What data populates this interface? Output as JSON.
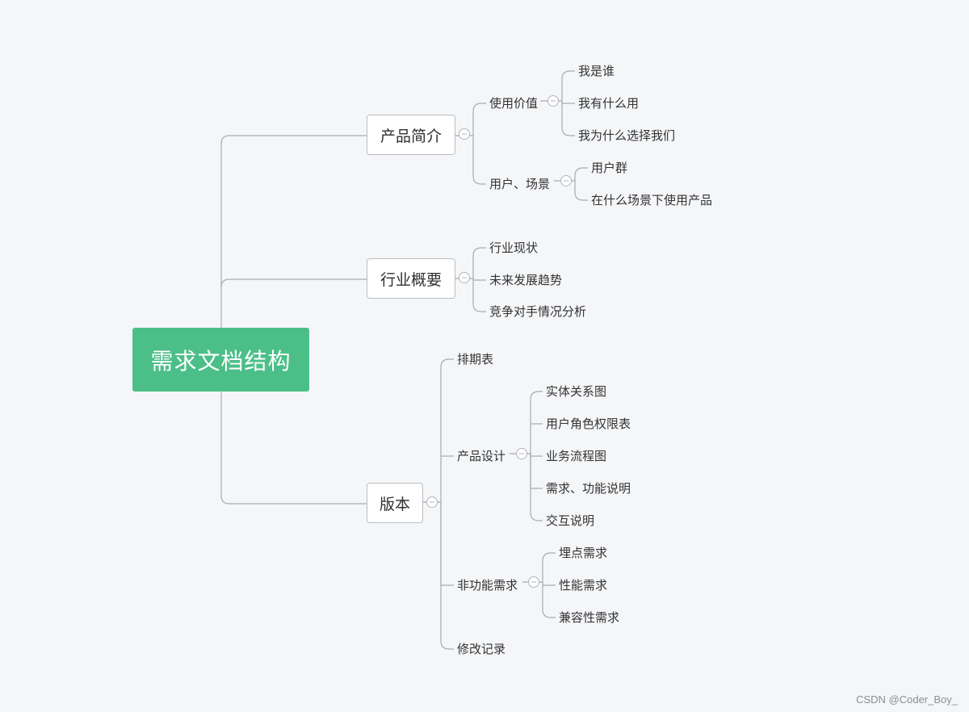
{
  "root": "需求文档结构",
  "branches": [
    {
      "label": "产品简介",
      "children": [
        {
          "label": "使用价值",
          "children": [
            "我是谁",
            "我有什么用",
            "我为什么选择我们"
          ]
        },
        {
          "label": "用户、场景",
          "children": [
            "用户群",
            "在什么场景下使用产品"
          ]
        }
      ]
    },
    {
      "label": "行业概要",
      "children": [
        "行业现状",
        "未来发展趋势",
        "竞争对手情况分析"
      ]
    },
    {
      "label": "版本",
      "children": [
        "排期表",
        {
          "label": "产品设计",
          "children": [
            "实体关系图",
            "用户角色权限表",
            "业务流程图",
            "需求、功能说明",
            "交互说明"
          ]
        },
        {
          "label": "非功能需求",
          "children": [
            "埋点需求",
            "性能需求",
            "兼容性需求"
          ]
        },
        "修改记录"
      ]
    }
  ],
  "watermark": "CSDN @Coder_Boy_",
  "colors": {
    "root_fill": "#4cbf89",
    "line": "#a8abb0",
    "background": "#f5f6f8"
  }
}
